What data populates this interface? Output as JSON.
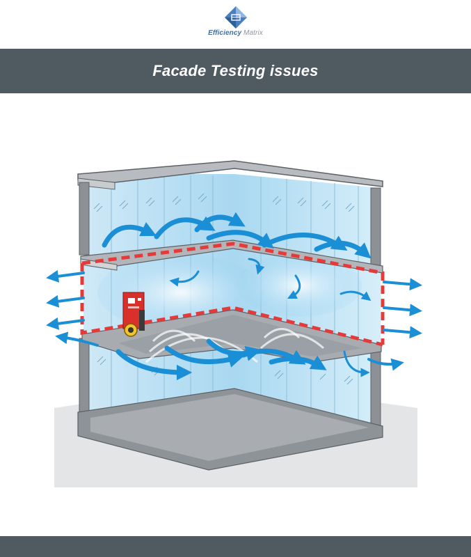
{
  "brand": {
    "name_part1": "Efficiency",
    "name_part2": " Matrix",
    "logo_icon": "diamond-logo-icon"
  },
  "banner": {
    "title": "Facade Testing issues"
  },
  "colors": {
    "banner_bg": "#4f5a61",
    "airflow_arrow": "#1a8fd6",
    "test_boundary": "#e53a3a",
    "glass": "#bfe2f4",
    "slab": "#9aa0a6",
    "fan_device": "#d9302c"
  },
  "diagram": {
    "icons": [
      "airflow-arrow-icon",
      "blower-door-fan-icon",
      "dashed-test-boundary"
    ]
  }
}
